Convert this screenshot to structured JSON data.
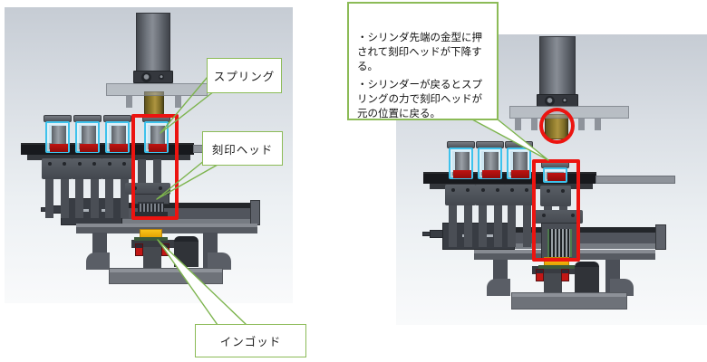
{
  "annotations": {
    "spring_label": "スプリング",
    "stamp_head_label": "刻印ヘッド",
    "ingot_label": "インゴッド",
    "note_lines": [
      "・シリンダ先端の金型に押されて刻印ヘッドが下降する。",
      "・シリンダーが戻るとスプリングの力で刻印ヘッドが元の位置に戻る。"
    ]
  },
  "colors": {
    "callout_green": "#8cbb57",
    "leader_green": "#7db44e",
    "highlight_red": "#ec1410",
    "spring_cyan": "#3ec2ec",
    "spring_band_red": "#c01311",
    "ingot_yellow": "#f2b606",
    "brass_gold": "#97832f",
    "bar_black": "#17191d",
    "base_gray": "#6e7279"
  }
}
